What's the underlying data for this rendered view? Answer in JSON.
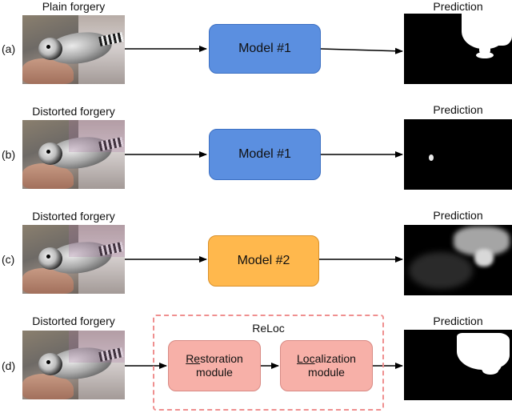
{
  "rows": [
    {
      "label": "(a)",
      "input_caption": "Plain forgery",
      "model": "Model #1",
      "output_caption": "Prediction"
    },
    {
      "label": "(b)",
      "input_caption": "Distorted forgery",
      "model": "Model #1",
      "output_caption": "Prediction"
    },
    {
      "label": "(c)",
      "input_caption": "Distorted forgery",
      "model": "Model #2",
      "output_caption": "Prediction"
    },
    {
      "label": "(d)",
      "input_caption": "Distorted forgery",
      "output_caption": "Prediction"
    }
  ],
  "reloc": {
    "title": "ReLoc",
    "restoration": {
      "underlined": "Re",
      "rest": "storation",
      "line2": "module"
    },
    "localization": {
      "underlined": "Loc",
      "rest": "alization",
      "line2": "module"
    }
  },
  "colors": {
    "model1": "#5b8fe0",
    "model2": "#ffb84d",
    "reloc_modules": "#f7b0a8",
    "reloc_border": "#ef8f8f"
  }
}
